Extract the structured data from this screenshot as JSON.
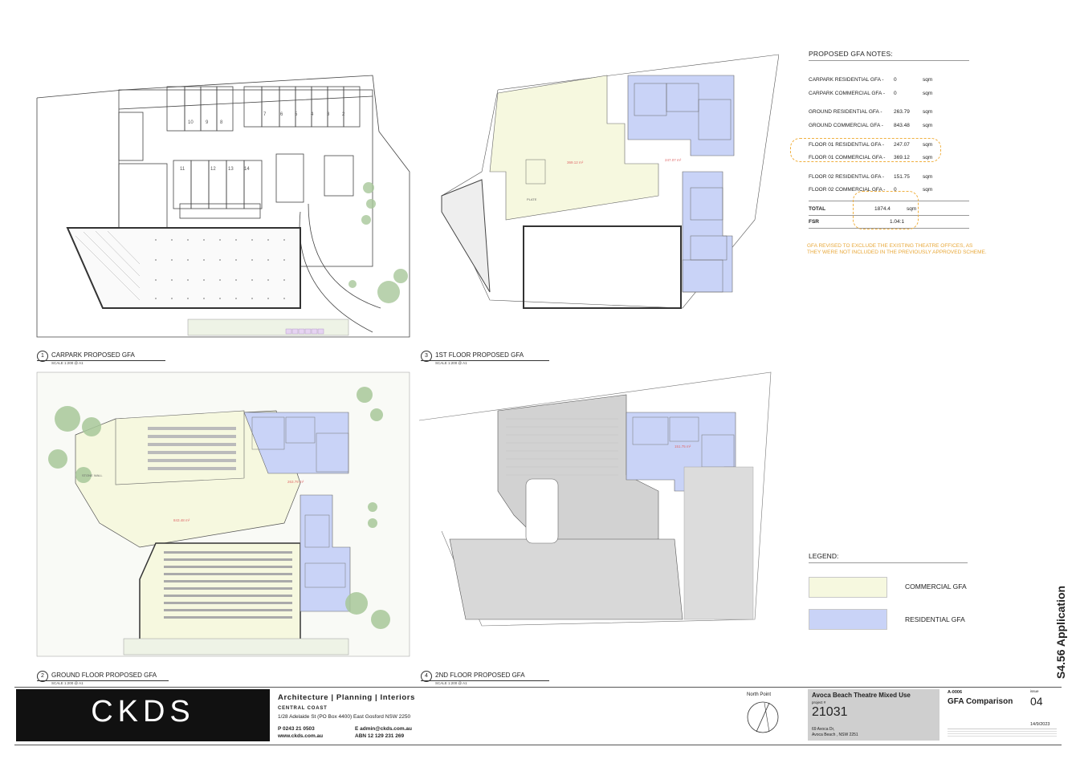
{
  "plans": [
    {
      "num": "1",
      "title": "CARPARK PROPOSED GFA",
      "scale": "SCALE 1:200 @ A1"
    },
    {
      "num": "3",
      "title": "1ST FLOOR PROPOSED GFA",
      "scale": "SCALE 1:200 @ A1"
    },
    {
      "num": "2",
      "title": "GROUND FLOOR PROPOSED GFA",
      "scale": "SCALE 1:200 @ A1"
    },
    {
      "num": "4",
      "title": "2ND FLOOR PROPOSED GFA",
      "scale": "SCALE 1:200 @ A1"
    }
  ],
  "carpark_bays": [
    "10",
    "9",
    "8",
    "7",
    "6",
    "5",
    "4",
    "3",
    "2",
    "11",
    "12",
    "13",
    "14"
  ],
  "plan_labels": {
    "ground_commercial_area": "843.48 m²",
    "ground_residential_area": "263.79 m²",
    "first_commercial_area": "369.12 m²",
    "first_residential_area": "247.07 m²",
    "second_residential_area": "151.75 m²",
    "stone_wall": "STONE WALL",
    "plate": "PLATE"
  },
  "notes": {
    "heading": "PROPOSED GFA NOTES:",
    "rows": [
      {
        "label": "CARPARK RESIDENTIAL GFA -",
        "value": "0",
        "unit": "sqm"
      },
      {
        "label": "CARPARK COMMERCIAL GFA -",
        "value": "0",
        "unit": "sqm"
      },
      {
        "label": "GROUND RESIDENTIAL GFA -",
        "value": "263.79",
        "unit": "sqm"
      },
      {
        "label": "GROUND COMMERCIAL GFA -",
        "value": "843.48",
        "unit": "sqm"
      },
      {
        "label": "FLOOR 01 RESIDENTIAL GFA -",
        "value": "247.07",
        "unit": "sqm"
      },
      {
        "label": "FLOOR 01 COMMERCIAL GFA -",
        "value": "369.12",
        "unit": "sqm"
      },
      {
        "label": "FLOOR 02 RESIDENTIAL GFA -",
        "value": "151.75",
        "unit": "sqm"
      },
      {
        "label": "FLOOR 02 COMMERCIAL GFA -",
        "value": "0",
        "unit": "sqm"
      }
    ],
    "total_label": "TOTAL",
    "total_value": "1874.4",
    "total_unit": "sqm",
    "fsr_label": "FSR",
    "fsr_value": "1.04:1",
    "revision_note_1": "GFA REVISED TO EXCLUDE THE EXISTING THEATRE OFFICES, AS",
    "revision_note_2": "THEY WERE NOT INCLUDED IN THE PREVIOUSLY APPROVED SCHEME."
  },
  "legend": {
    "title": "LEGEND:",
    "items": [
      {
        "label": "COMMERCIAL GFA",
        "color": "#f6f8df"
      },
      {
        "label": "RESIDENTIAL GFA",
        "color": "#c9d3f7"
      }
    ]
  },
  "side_label": "S4.56 Application",
  "title_block": {
    "logo": "CKDS",
    "firm_line": "Architecture | Planning | Interiors",
    "region": "CENTRAL COAST",
    "address": "1/28 Adelaide St (PO Box 4400) East Gosford NSW 2250",
    "phone": "P  0243 21 0503",
    "web": "www.ckds.com.au",
    "email": "E   admin@ckds.com.au",
    "abn": "ABN 12 129 231 269",
    "north_label": "North Point",
    "project_name": "Avoca Beach Theatre Mixed Use",
    "project_hash": "project #",
    "project_number": "21031",
    "project_addr_1": "69 Avoca Dr,",
    "project_addr_2": "Avoca Beach , NSW  2251",
    "drawing_number": "A-0006",
    "drawing_title": "GFA Comparison",
    "issue_label": "issue",
    "issue": "04",
    "date": "14/9/2023"
  },
  "colors": {
    "commercial": "#f6f8df",
    "residential": "#c9d3f7",
    "line": "#444444",
    "tree": "#a8c89a",
    "note": "#e8a83a",
    "area_label": "#e06a6a"
  }
}
